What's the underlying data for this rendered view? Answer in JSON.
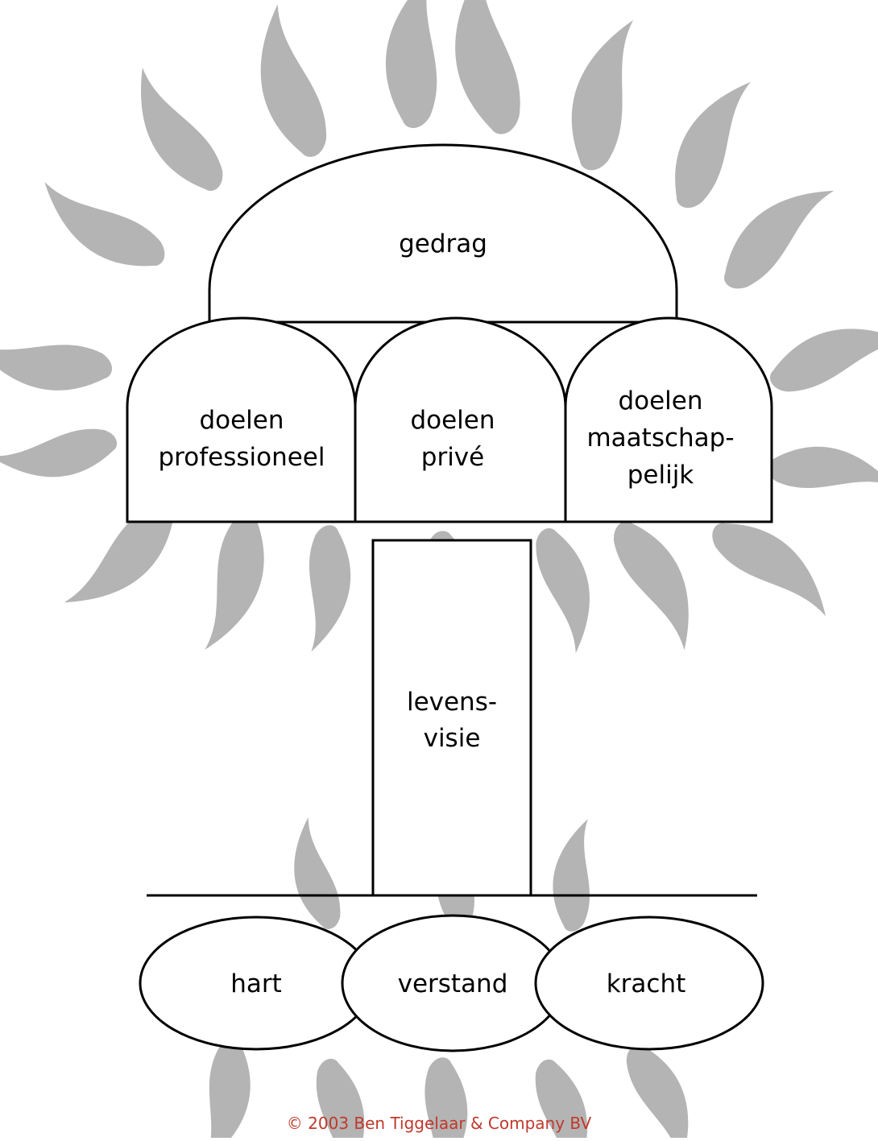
{
  "diagram": {
    "top": {
      "label": "gedrag"
    },
    "goals": [
      {
        "lines": [
          "doelen",
          "professioneel"
        ]
      },
      {
        "lines": [
          "doelen",
          "privé"
        ]
      },
      {
        "lines": [
          "doelen",
          "maatschap-",
          "pelijk"
        ]
      }
    ],
    "trunk": {
      "lines": [
        "levens-",
        "visie"
      ]
    },
    "roots": [
      {
        "label": "hart"
      },
      {
        "label": "verstand"
      },
      {
        "label": "kracht"
      }
    ]
  },
  "footer": {
    "copyright": "© 2003   Ben Tiggelaar & Company BV"
  },
  "colors": {
    "flames": "#b4b4b4",
    "outline": "#000000",
    "copyright": "#c0392b"
  }
}
